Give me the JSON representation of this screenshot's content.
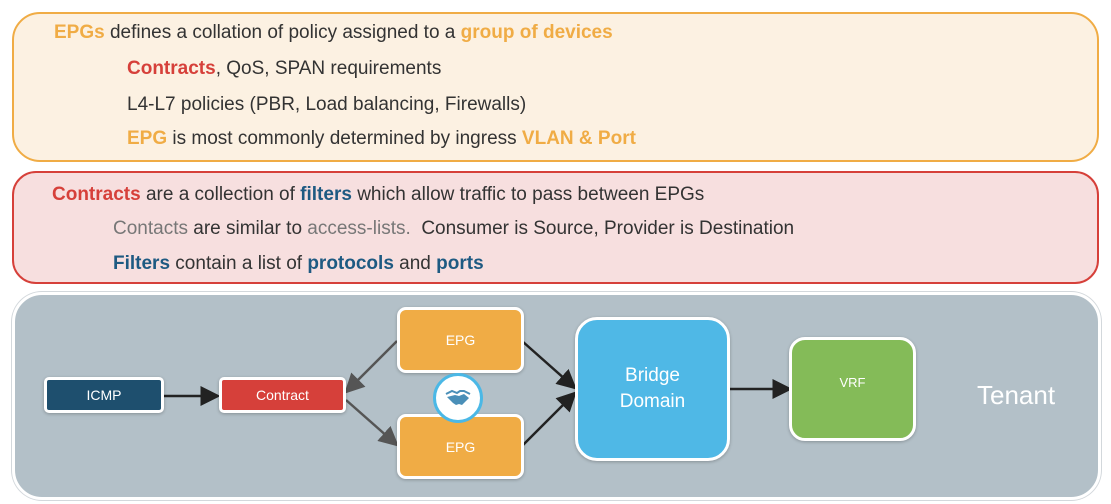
{
  "epg_panel": {
    "line1": {
      "p1": "EPGs",
      "p2": " defines a collation of policy assigned to a ",
      "p3": "group of devices"
    },
    "line2": {
      "p1": "Contracts",
      "p2": ", QoS, SPAN requirements"
    },
    "line3": {
      "p1": "L4-L7 policies (PBR, Load balancing, Firewalls)"
    },
    "line4": {
      "p1": "EPG",
      "p2": " is most commonly determined by ingress ",
      "p3": "VLAN & Port"
    }
  },
  "contract_panel": {
    "line1": {
      "p1": "Contracts",
      "p2": " are a collection of ",
      "p3": "filters",
      "p4": " which allow traffic to pass between EPGs"
    },
    "line2": {
      "p1": "Contacts",
      "p2": " are similar to ",
      "p3": "access-lists.",
      "p4": "  Consumer is Source, Provider is Destination"
    },
    "line3": {
      "p1": "Filters",
      "p2": " contain a list of ",
      "p3": "protocols",
      "p4": " and ",
      "p5": "ports"
    }
  },
  "diagram": {
    "nodes": {
      "icmp": "ICMP",
      "contract": "Contract",
      "epg_top": "EPG",
      "epg_bottom": "EPG",
      "bridge_domain_1": "Bridge",
      "bridge_domain_2": "Domain",
      "vrf": "VRF"
    },
    "tenant_label": "Tenant",
    "icons": {
      "handshake": "handshake-icon"
    }
  },
  "colors": {
    "epg_orange": "#f0ac45",
    "contract_red": "#d6403a",
    "filter_blue": "#1e5a82",
    "icmp_navy": "#1e4f6e",
    "bridge_blue": "#4fb8e6",
    "vrf_green": "#84bb58",
    "tenant_grey": "#b3c0c8"
  }
}
